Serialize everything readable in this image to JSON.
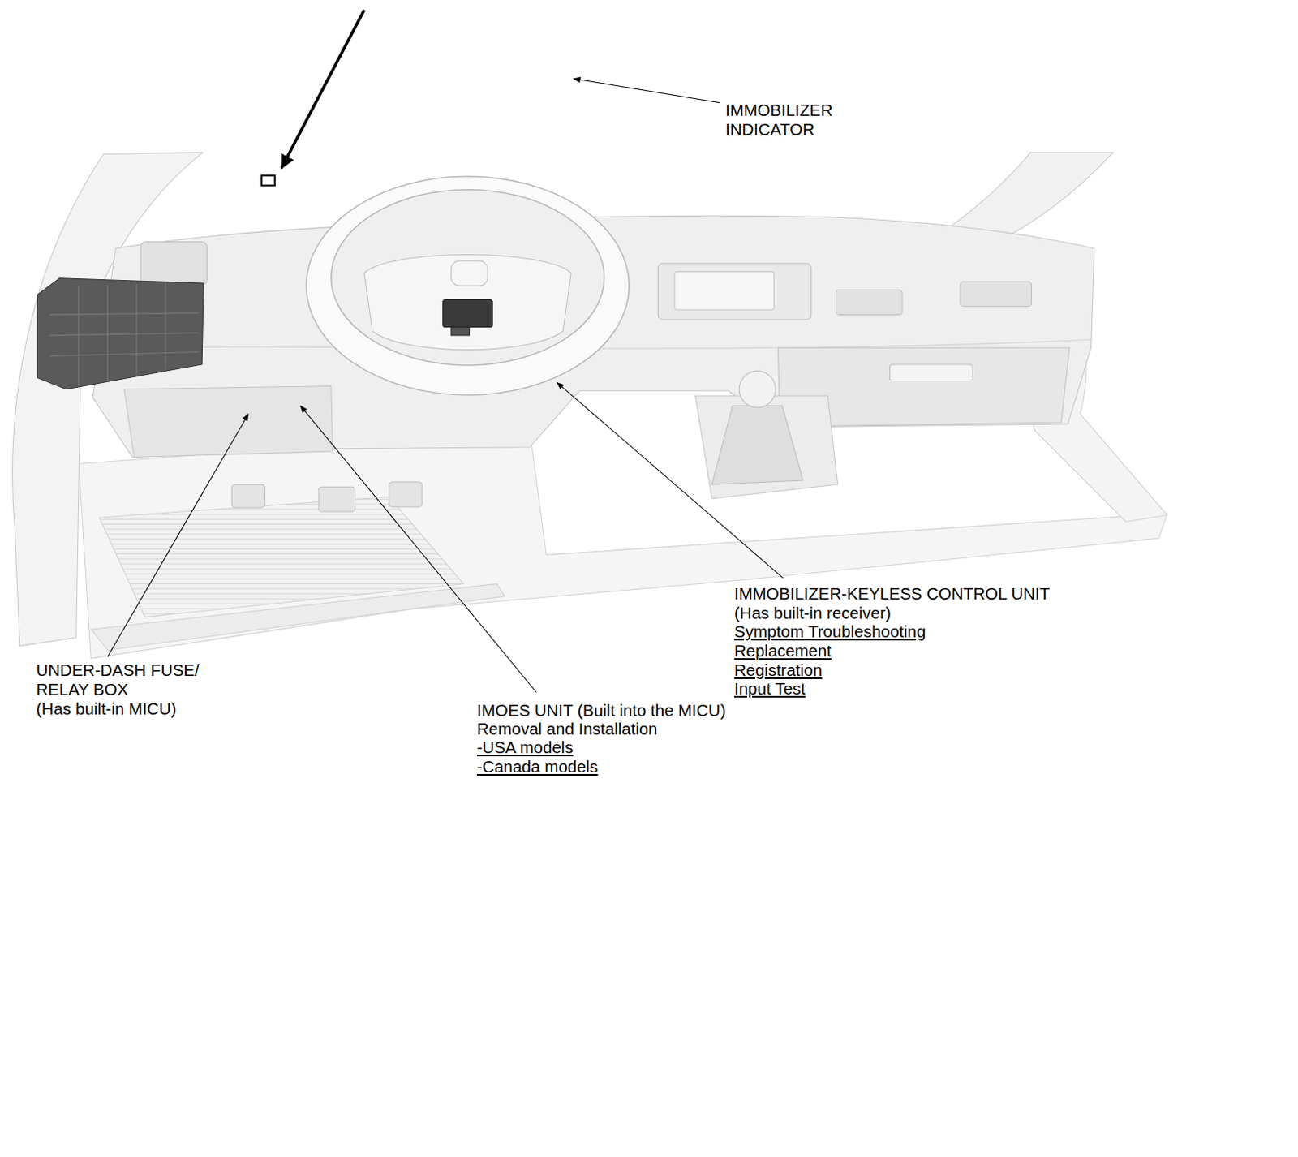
{
  "diagram": {
    "labels": [
      "IMMOBILIZER INDICATOR",
      "IMMOBILIZER-KEYLESS CONTROL UNIT",
      "(Has built-in receiver)",
      "Symptom Troubleshooting",
      "Replacement",
      "Registration",
      "Input Test",
      "UNDER-DASH FUSE/ RELAY BOX",
      "(Has built-in MICU)",
      "IMOES UNIT (Built into the MICU)",
      "Removal and Installation",
      "-USA models",
      "-Canada models"
    ]
  }
}
